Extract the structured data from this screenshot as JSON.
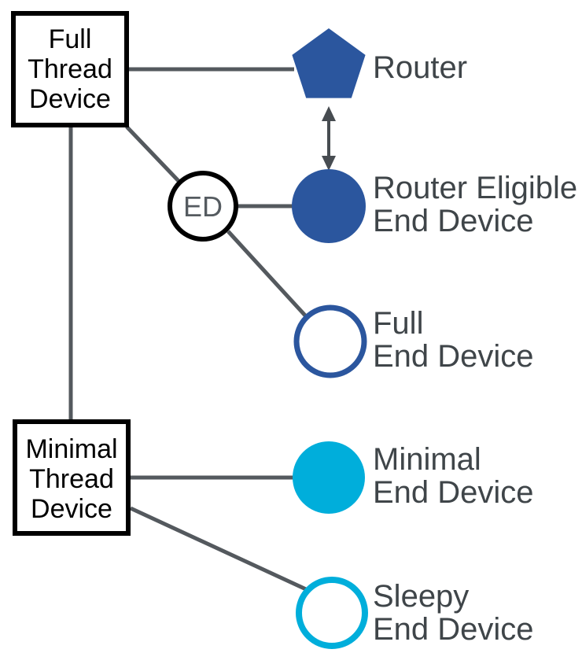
{
  "colors": {
    "dark_blue": "#2B569E",
    "cyan": "#00AEDB",
    "connector": "#54595E",
    "arrow": "#474C51",
    "label_text": "#3F4549",
    "ed_text": "#555B60",
    "box_border": "#000000",
    "box_text": "#000000",
    "background": "#FFFFFF"
  },
  "boxes": {
    "full_thread_device": {
      "lines": [
        "Full",
        "Thread",
        "Device"
      ]
    },
    "minimal_thread_device": {
      "lines": [
        "Minimal",
        "Thread",
        "Device"
      ]
    }
  },
  "nodes": {
    "router": {
      "shape": "pentagon",
      "label_lines": [
        "Router"
      ]
    },
    "router_eligible_end_device": {
      "shape": "filled-circle",
      "label_lines": [
        "Router Eligible",
        "End Device"
      ]
    },
    "full_end_device": {
      "shape": "outlined-circle",
      "label_lines": [
        "Full",
        "End Device"
      ]
    },
    "minimal_end_device": {
      "shape": "filled-circle",
      "label_lines": [
        "Minimal",
        "End Device"
      ]
    },
    "sleepy_end_device": {
      "shape": "outlined-circle",
      "label_lines": [
        "Sleepy",
        "End Device"
      ]
    },
    "end_device_badge": {
      "shape": "outlined-circle",
      "label": "ED"
    }
  }
}
